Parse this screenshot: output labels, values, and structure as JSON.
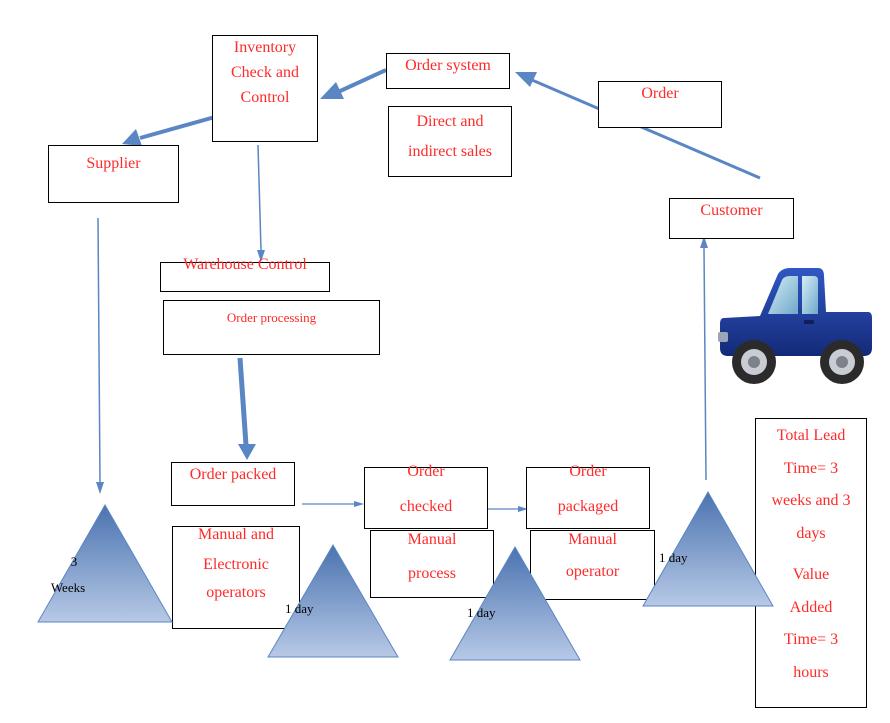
{
  "colors": {
    "box_text": "#ff2a2a",
    "box_border": "#000000",
    "arrow": "#5b86c4",
    "triangle_top": "#4a73b0",
    "triangle_bottom": "#b7c9e6",
    "truck_body": "#1e3a9a"
  },
  "boxes": {
    "inventory": [
      "Inventory",
      "Check and",
      "Control"
    ],
    "order_system": "Order system",
    "direct_sales": [
      "Direct and",
      "indirect sales"
    ],
    "order": "Order",
    "supplier": "Supplier",
    "customer": "Customer",
    "warehouse": "Warehouse Control",
    "order_processing": "Order processing",
    "order_packed": "Order packed",
    "manual_electronic": [
      "Manual and",
      "Electronic",
      "operators"
    ],
    "order_checked": [
      "Order",
      "checked"
    ],
    "manual_process": [
      "Manual",
      "process"
    ],
    "order_packaged": [
      "Order",
      "packaged"
    ],
    "manual_operator": [
      "Manual",
      "operator"
    ],
    "total_lead": [
      "Total Lead",
      "Time= 3",
      "weeks and 3",
      "days"
    ],
    "value_added": [
      "Value",
      "Added",
      "Time= 3",
      "hours"
    ]
  },
  "inventory_icons": {
    "t1": [
      "3",
      "Weeks"
    ],
    "t2": "1 day",
    "t3": "1 day",
    "t4": "1 day"
  },
  "icons": {
    "truck": "pickup-truck-icon"
  }
}
